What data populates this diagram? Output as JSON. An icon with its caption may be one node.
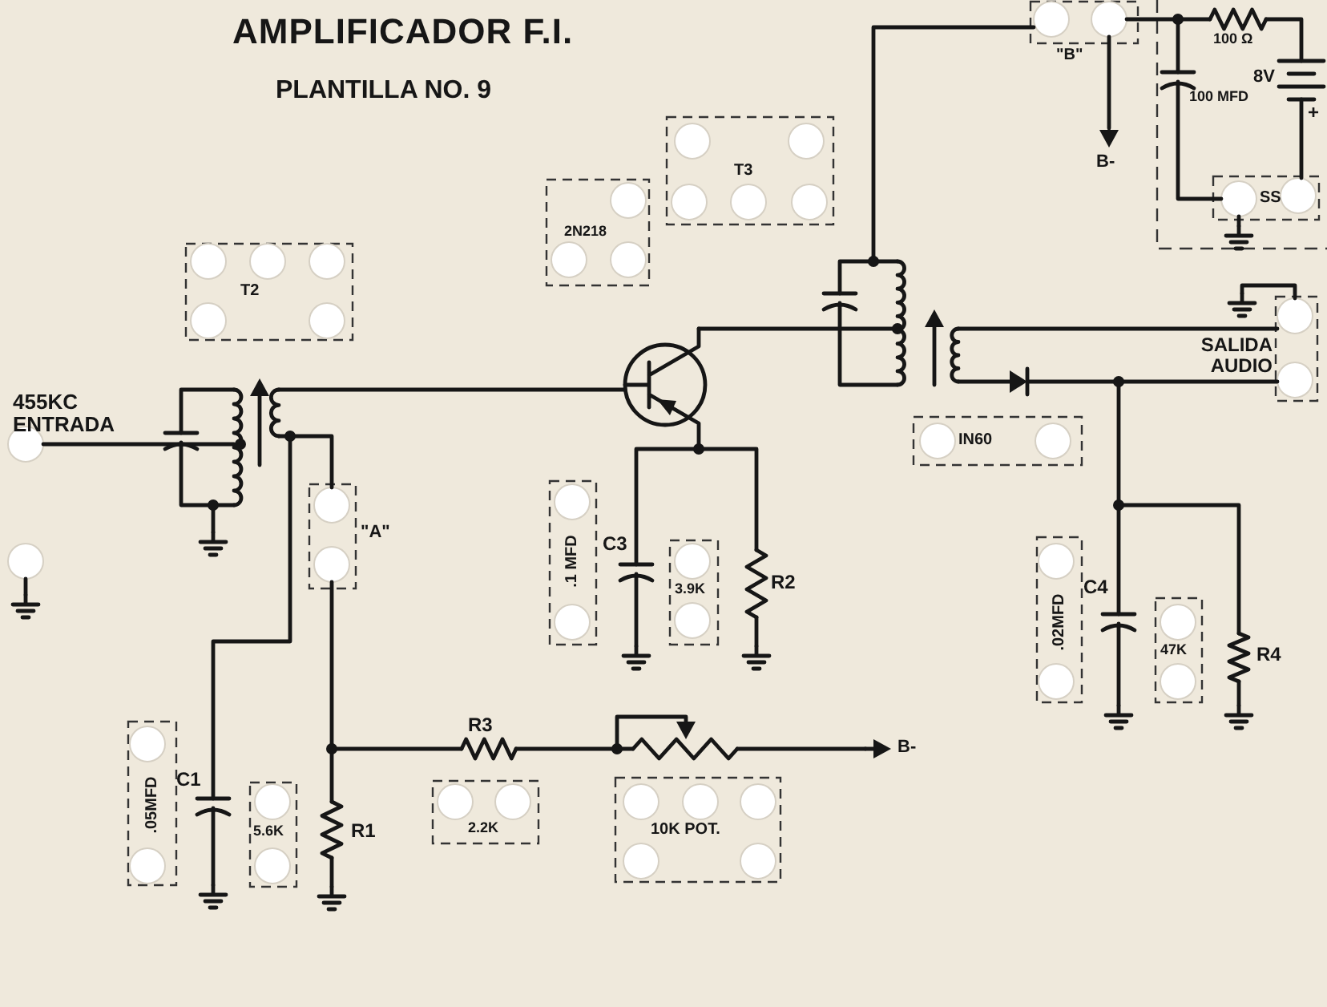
{
  "diagram": {
    "title": "AMPLIFICADOR F.I.",
    "labels": [
      "PLANTILLA NO. 9",
      "\"B\"",
      "100 Ω",
      "8V",
      "100 MFD",
      "+",
      "B-",
      "T3",
      "2N218",
      "SS",
      "T2",
      "SALIDA AUDIO",
      "455KC ENTRADA",
      "IN60",
      "\"A\"",
      ".1 MFD",
      "C3",
      "3.9K",
      "R2",
      ".02MFD",
      "C4",
      "47K",
      "R4",
      "R3",
      "B-",
      ".05MFD",
      "C1",
      "5.6K",
      "R1",
      "2.2K",
      "10K POT."
    ]
  }
}
